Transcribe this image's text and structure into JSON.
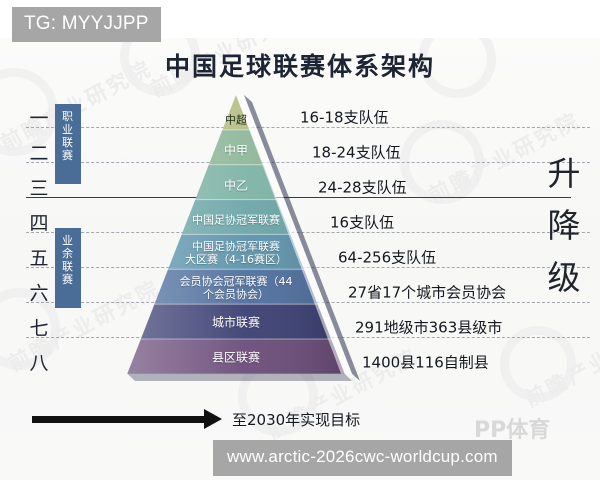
{
  "overlay": {
    "tg_tag": "TG: MYYJJPP",
    "url": "www.arctic-2026cwc-worldcup.com"
  },
  "infographic": {
    "title": "中国足球联赛体系架构",
    "right_vertical_label": [
      "升",
      "降",
      "级"
    ],
    "groups": [
      {
        "key": "professional",
        "label": [
          "职",
          "业",
          "联",
          "赛"
        ]
      },
      {
        "key": "amateur",
        "label": [
          "业",
          "余",
          "联",
          "赛"
        ]
      }
    ],
    "tiers": [
      {
        "index": "一",
        "name": "中超",
        "count": "16-18支队伍"
      },
      {
        "index": "二",
        "name": "中甲",
        "count": "18-24支队伍"
      },
      {
        "index": "三",
        "name": "中乙",
        "count": "24-28支队伍"
      },
      {
        "index": "四",
        "name": "中国足协冠军联赛",
        "count": "16支队伍"
      },
      {
        "index": "五",
        "name": "中国足协冠军联赛\n大区赛（4-16赛区）",
        "count": "64-256支队伍"
      },
      {
        "index": "六",
        "name": "会员协会冠军联赛（44\n个会员协会）",
        "count": "27省17个城市会员协会"
      },
      {
        "index": "七",
        "name": "城市联赛",
        "count": "291地级市363县级市"
      },
      {
        "index": "八",
        "name": "县区联赛",
        "count": "1400县116自制县"
      }
    ],
    "goal": {
      "label": "至2030年实现目标"
    },
    "brand": {
      "logo_text": "PP体育"
    },
    "colors": {
      "tier1": "#b7bf87",
      "tier2": "#8fb89a",
      "tier3": "#7fb3a6",
      "tier4": "#6da6a8",
      "tier5": "#5d93ab",
      "tier6": "#4f6f9e",
      "tier7": "#3b3f72",
      "tier8": "#6b4c79",
      "group_box": "#4a6d97",
      "accent_line": "#3b3b3b"
    }
  }
}
